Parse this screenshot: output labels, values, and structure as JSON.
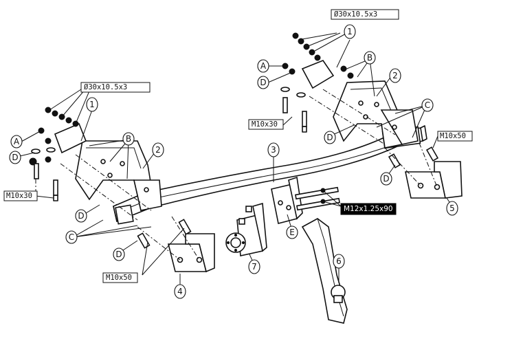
{
  "callouts": {
    "washer_spec_right": "Ø30x10.5x3",
    "washer_spec_left": "Ø30x10.5x3",
    "bolt_m10x30_right": "M10x30",
    "bolt_m10x30_left": "M10x30",
    "bolt_m10x50_right": "M10x50",
    "bolt_m10x50_left": "M10x50",
    "bolt_m12": "M12x1.25x90"
  },
  "part_labels": {
    "p1_right": "1",
    "p1_left": "1",
    "p2_right": "2",
    "p2_left": "2",
    "p3": "3",
    "p4": "4",
    "p5": "5",
    "p6": "6",
    "p7": "7"
  },
  "letter_labels": {
    "a_right": "A",
    "a_left": "A",
    "b_right": "B",
    "b_left": "B",
    "c_right": "C",
    "c_left": "C",
    "d_right_top": "D",
    "d_right_mid": "D",
    "d_right_bottom": "D",
    "d_left_top": "D",
    "d_left_mid": "D",
    "d_left_bottom": "D",
    "e": "E"
  }
}
